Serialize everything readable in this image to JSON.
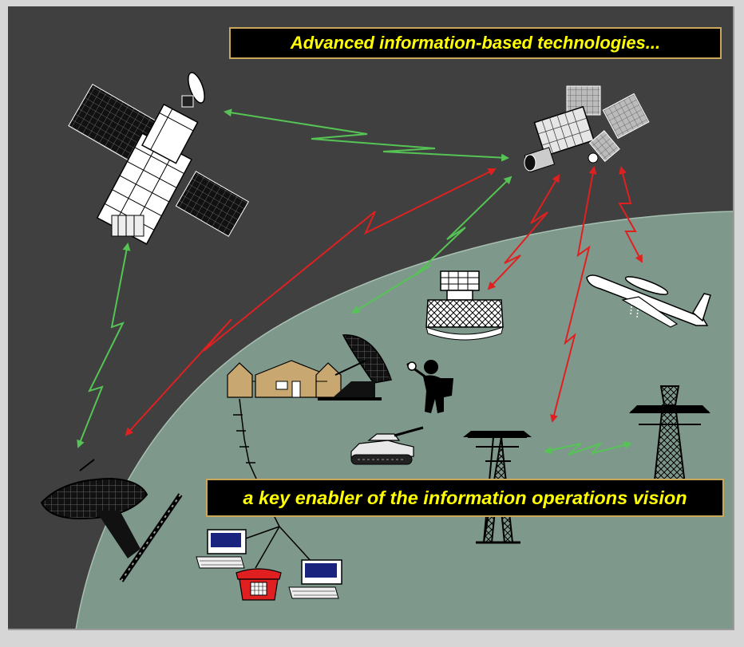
{
  "banner_top": {
    "text": "Advanced information-based technologies..."
  },
  "banner_bottom": {
    "text": "a key enabler of the information operations vision"
  },
  "colors": {
    "page_background": "#d6d6d6",
    "space": "#404040",
    "ground": "#7f988c",
    "banner_background": "#000000",
    "banner_border": "#caa85a",
    "banner_text": "#ffff00",
    "link_green": "#55c455",
    "link_red": "#e02020",
    "building": "#c8a870"
  },
  "scene_objects": [
    "communications-satellite-icon",
    "orbital-satellite-icon",
    "ground-radar-icon",
    "awacs-aircraft-icon",
    "command-building-icon",
    "satellite-dish-icon",
    "soldier-icon",
    "tank-icon",
    "power-pylon-icon",
    "large-dish-antenna-icon",
    "computer-terminal-icon",
    "telephone-icon"
  ],
  "links": [
    {
      "from": "communications-satellite-icon",
      "to": "orbital-satellite-icon",
      "color": "green"
    },
    {
      "from": "orbital-satellite-icon",
      "to": "large-dish-antenna-icon",
      "color": "red"
    },
    {
      "from": "orbital-satellite-icon",
      "to": "satellite-dish-icon",
      "color": "green"
    },
    {
      "from": "orbital-satellite-icon",
      "to": "ground-radar-icon",
      "color": "red"
    },
    {
      "from": "orbital-satellite-icon",
      "to": "power-pylon-icon",
      "color": "red"
    },
    {
      "from": "orbital-satellite-icon",
      "to": "awacs-aircraft-icon",
      "color": "red"
    },
    {
      "from": "communications-satellite-icon",
      "to": "large-dish-antenna-icon",
      "color": "green"
    },
    {
      "from": "power-pylon-icon",
      "to": "power-pylon-icon",
      "color": "green"
    }
  ]
}
